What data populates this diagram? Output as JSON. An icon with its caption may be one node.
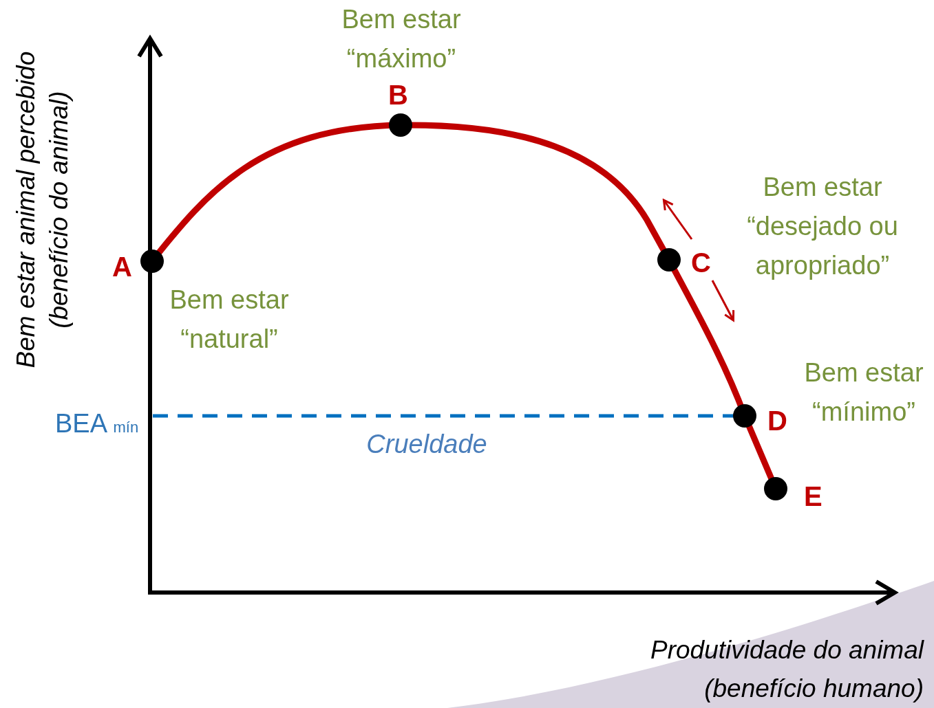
{
  "diagram": {
    "labels": [
      "Bem estar “máximo”",
      "B",
      "Bem estar “desejado ou apropriado”",
      "A",
      "C",
      "Bem estar “natural”",
      "Bem estar “mínimo”",
      "BEA $_{mín}$",
      "D",
      "Crueldade",
      "E",
      "Bem estar animal percebido (benefício do animal)",
      "Produtividade do animal (benefício humano)"
    ]
  }
}
